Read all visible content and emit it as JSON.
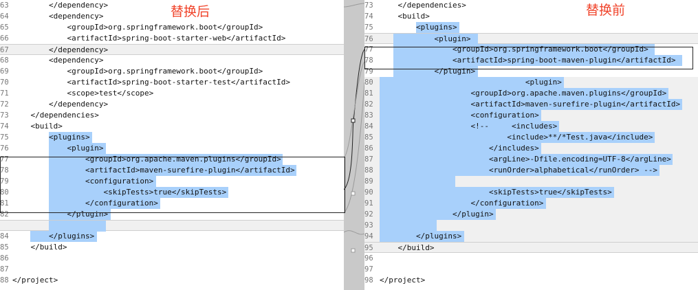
{
  "labels": {
    "after": "替换后",
    "before": "替换前"
  },
  "left": [
    {
      "n": "63",
      "t": "        </dependency>"
    },
    {
      "n": "64",
      "t": "        <dependency>"
    },
    {
      "n": "65",
      "t": "            <groupId>org.springframework.boot</groupId>"
    },
    {
      "n": "66",
      "t": "            <artifactId>spring-boot-starter-web</artifactId>"
    },
    {
      "n": "67",
      "t": "        </dependency>"
    },
    {
      "n": "68",
      "t": "        <dependency>"
    },
    {
      "n": "69",
      "t": "            <groupId>org.springframework.boot</groupId>"
    },
    {
      "n": "70",
      "t": "            <artifactId>spring-boot-starter-test</artifactId>"
    },
    {
      "n": "71",
      "t": "            <scope>test</scope>"
    },
    {
      "n": "72",
      "t": "        </dependency>"
    },
    {
      "n": "73",
      "t": "    </dependencies>"
    },
    {
      "n": "74",
      "t": "    <build>"
    },
    {
      "n": "75",
      "t": "        <plugins>"
    },
    {
      "n": "76",
      "t": "            <plugin>"
    },
    {
      "n": "77",
      "t": "                <groupId>org.apache.maven.plugins</groupId>"
    },
    {
      "n": "78",
      "t": "                <artifactId>maven-surefire-plugin</artifactId>"
    },
    {
      "n": "79",
      "t": "                <configuration>"
    },
    {
      "n": "80",
      "t": "                    <skipTests>true</skipTests>"
    },
    {
      "n": "81",
      "t": "                </configuration>"
    },
    {
      "n": "82",
      "t": "            </plugin>"
    },
    {
      "n": "",
      "t": ""
    },
    {
      "n": "84",
      "t": "        </plugins>"
    },
    {
      "n": "85",
      "t": "    </build>"
    },
    {
      "n": "86",
      "t": ""
    },
    {
      "n": "87",
      "t": ""
    },
    {
      "n": "88",
      "t": "</project>"
    }
  ],
  "right": [
    {
      "n": "73",
      "t": "    </dependencies>"
    },
    {
      "n": "74",
      "t": "    <build>"
    },
    {
      "n": "75",
      "t": "        <plugins>"
    },
    {
      "n": "76",
      "t": "            <plugin>"
    },
    {
      "n": "77",
      "t": "                <groupId>org.springframework.boot</groupId>"
    },
    {
      "n": "78",
      "t": "                <artifactId>spring-boot-maven-plugin</artifactId>"
    },
    {
      "n": "79",
      "t": "            </plugin>"
    },
    {
      "n": "80",
      "t": "                                <plugin>"
    },
    {
      "n": "81",
      "t": "                    <groupId>org.apache.maven.plugins</groupId>"
    },
    {
      "n": "82",
      "t": "                    <artifactId>maven-surefire-plugin</artifactId>"
    },
    {
      "n": "83",
      "t": "                    <configuration>"
    },
    {
      "n": "84",
      "t": "                    <!--     <includes>"
    },
    {
      "n": "85",
      "t": "                            <include>**/*Test.java</include>"
    },
    {
      "n": "86",
      "t": "                        </includes>"
    },
    {
      "n": "87",
      "t": "                        <argLine>-Dfile.encoding=UTF-8</argLine>"
    },
    {
      "n": "88",
      "t": "                        <runOrder>alphabetical</runOrder> -->"
    },
    {
      "n": "89",
      "t": ""
    },
    {
      "n": "90",
      "t": "                        <skipTests>true</skipTests>"
    },
    {
      "n": "91",
      "t": "                    </configuration>"
    },
    {
      "n": "92",
      "t": "                </plugin>"
    },
    {
      "n": "93",
      "t": ""
    },
    {
      "n": "94",
      "t": "        </plugins>"
    },
    {
      "n": "95",
      "t": "    </build>"
    },
    {
      "n": "96",
      "t": ""
    },
    {
      "n": "97",
      "t": ""
    },
    {
      "n": "98",
      "t": "</project>"
    }
  ]
}
